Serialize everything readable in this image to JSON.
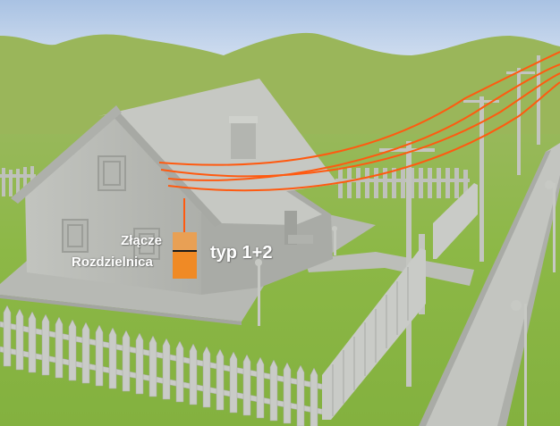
{
  "diagram": {
    "title": "",
    "labels": {
      "connector": "Złącze",
      "switchboard": "Rozdzielnica",
      "type": "typ 1+2"
    },
    "elements": [
      "sky",
      "hills",
      "lawn",
      "house",
      "chimney",
      "orange-distribution-box",
      "overhead-power-lines",
      "utility-poles",
      "picket-fence",
      "sidewalk",
      "street-lamps"
    ],
    "colors": {
      "sky": "#b9cde6",
      "hills": "#9ab65a",
      "grass": "#86b43a",
      "house_wall": "#b8bab5",
      "roof": "#c4c6c1",
      "power_lines": "#ff5a10",
      "distribution_box": "#f08a25",
      "fence": "#c9cbc7",
      "sidewalk": "#bfc1bd",
      "label_text": "#ffffff"
    }
  }
}
